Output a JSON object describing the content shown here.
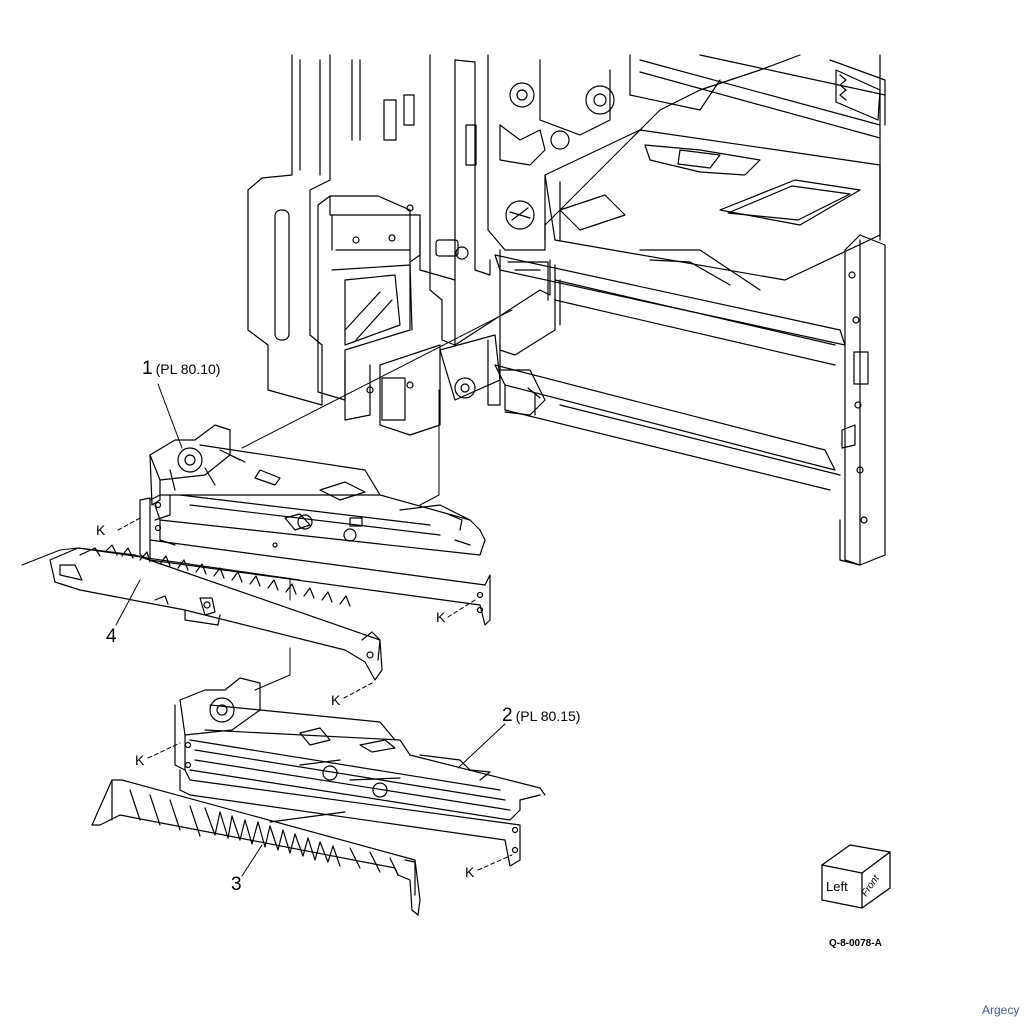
{
  "diagram": {
    "callouts": [
      {
        "num": "1",
        "ref": "(PL 80.10)"
      },
      {
        "num": "2",
        "ref": "(PL 80.15)"
      },
      {
        "num": "3",
        "ref": ""
      },
      {
        "num": "4",
        "ref": ""
      }
    ],
    "fastener_label": "K",
    "orientation_box": {
      "left_face": "Left",
      "right_face": "Front"
    },
    "figure_id": "Q-8-0078-A"
  },
  "watermark": "Argecy",
  "colors": {
    "line": "#000000",
    "background": "#ffffff",
    "watermark": "#3f5f8f"
  }
}
